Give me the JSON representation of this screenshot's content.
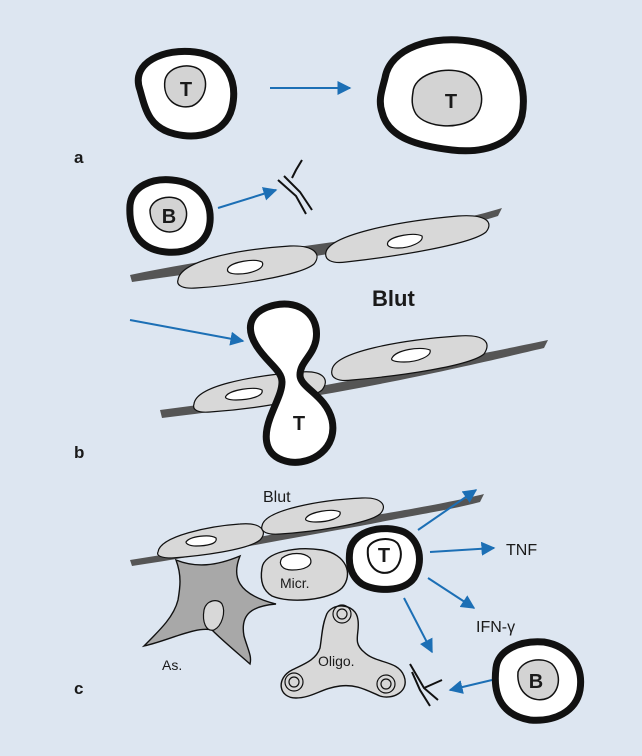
{
  "colors": {
    "background": "#dde6f1",
    "arrow": "#1c6fb5",
    "outline": "#111111",
    "cell_fill": "#ffffff",
    "nucleus_fill": "#d3d3d3",
    "vessel_dark": "#555555",
    "endothelium_fill": "#d8d8d8",
    "astrocyte_fill": "#a8a8a8"
  },
  "panels": {
    "a": {
      "letter": "a",
      "cells": {
        "small_t": "T",
        "large_t": "T"
      }
    },
    "b": {
      "letter": "b",
      "b_cell": "B",
      "blood_label": "Blut",
      "migrating_t": "T"
    },
    "c": {
      "letter": "c",
      "blood_label": "Blut",
      "t_cell": "T",
      "b_cell": "B",
      "microglia": "Micr.",
      "oligodendrocyte": "Oligo.",
      "astrocyte": "As.",
      "cytokines": [
        "TNF",
        "IFN-γ"
      ]
    }
  }
}
